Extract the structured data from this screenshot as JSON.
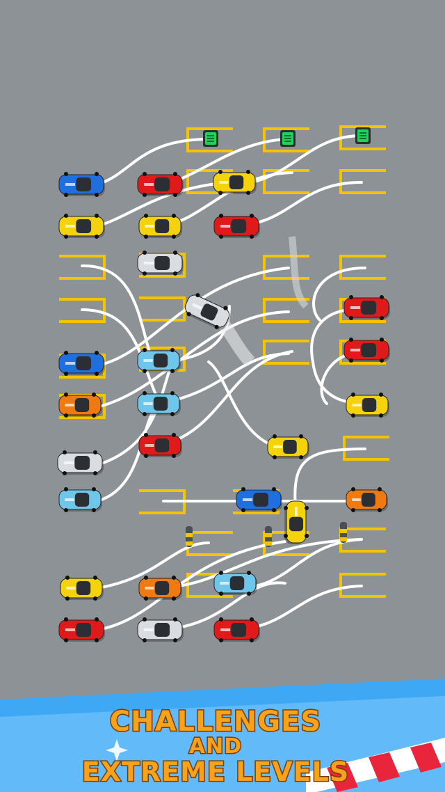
{
  "game": {
    "title": "Car parking puzzle",
    "caption": {
      "line1": "CHALLENGES",
      "line2": "AND",
      "line3": "EXTREME LEVELS"
    }
  },
  "colors": {
    "asphalt": "#8d9296",
    "line_yellow": "#f5c400",
    "path_white": "#ffffff",
    "caption_orange": "#f7a21b",
    "caption_outline": "#7a3b00",
    "banner_blue": "#3ea8f5",
    "barrier_red": "#e8253a"
  },
  "cars": [
    {
      "id": "car-blue-1",
      "color": "#1f6fe0",
      "icon": "sports-car-icon"
    },
    {
      "id": "car-red-1",
      "color": "#e01a1a",
      "icon": "sports-car-icon"
    },
    {
      "id": "car-yellow-1",
      "color": "#f4d20c",
      "icon": "sports-car-icon"
    },
    {
      "id": "car-yellow-2",
      "color": "#f4d20c",
      "icon": "sports-car-icon"
    },
    {
      "id": "car-yellow-3",
      "color": "#f4d20c",
      "icon": "sports-car-icon"
    },
    {
      "id": "car-red-2",
      "color": "#e01a1a",
      "icon": "sports-car-icon"
    },
    {
      "id": "car-silver-1",
      "color": "#d9dde2",
      "icon": "sports-car-icon"
    },
    {
      "id": "car-silver-moving",
      "color": "#d9dde2",
      "icon": "sports-car-icon"
    },
    {
      "id": "car-red-3",
      "color": "#e01a1a",
      "icon": "sports-car-icon"
    },
    {
      "id": "car-red-4",
      "color": "#e01a1a",
      "icon": "sports-car-icon"
    },
    {
      "id": "car-blue-2",
      "color": "#1f6fe0",
      "icon": "sports-car-icon"
    },
    {
      "id": "car-skyblue-1",
      "color": "#6ec6ea",
      "icon": "sports-car-icon"
    },
    {
      "id": "car-yellow-4",
      "color": "#f4d20c",
      "icon": "sports-car-icon"
    },
    {
      "id": "car-orange-1",
      "color": "#f07a12",
      "icon": "sports-car-icon"
    },
    {
      "id": "car-skyblue-2",
      "color": "#6ec6ea",
      "icon": "sports-car-icon"
    },
    {
      "id": "car-red-5",
      "color": "#e01a1a",
      "icon": "sports-car-icon"
    },
    {
      "id": "car-yellow-5",
      "color": "#f4d20c",
      "icon": "sports-car-icon"
    },
    {
      "id": "car-silver-2",
      "color": "#d9dde2",
      "icon": "sports-car-icon"
    },
    {
      "id": "car-skyblue-3",
      "color": "#6ec6ea",
      "icon": "sports-car-icon"
    },
    {
      "id": "car-blue-3",
      "color": "#1f6fe0",
      "icon": "sports-car-icon"
    },
    {
      "id": "car-orange-2",
      "color": "#f07a12",
      "icon": "sports-car-icon"
    },
    {
      "id": "car-yellow-moving",
      "color": "#f4d20c",
      "icon": "sports-car-icon"
    },
    {
      "id": "car-yellow-6",
      "color": "#f4d20c",
      "icon": "sports-car-icon"
    },
    {
      "id": "car-orange-3",
      "color": "#f07a12",
      "icon": "sports-car-icon"
    },
    {
      "id": "car-skyblue-4",
      "color": "#6ec6ea",
      "icon": "sports-car-icon"
    },
    {
      "id": "car-red-6",
      "color": "#e01a1a",
      "icon": "sports-car-icon"
    },
    {
      "id": "car-silver-3",
      "color": "#d9dde2",
      "icon": "sports-car-icon"
    },
    {
      "id": "car-red-7",
      "color": "#e01a1a",
      "icon": "sports-car-icon"
    }
  ]
}
